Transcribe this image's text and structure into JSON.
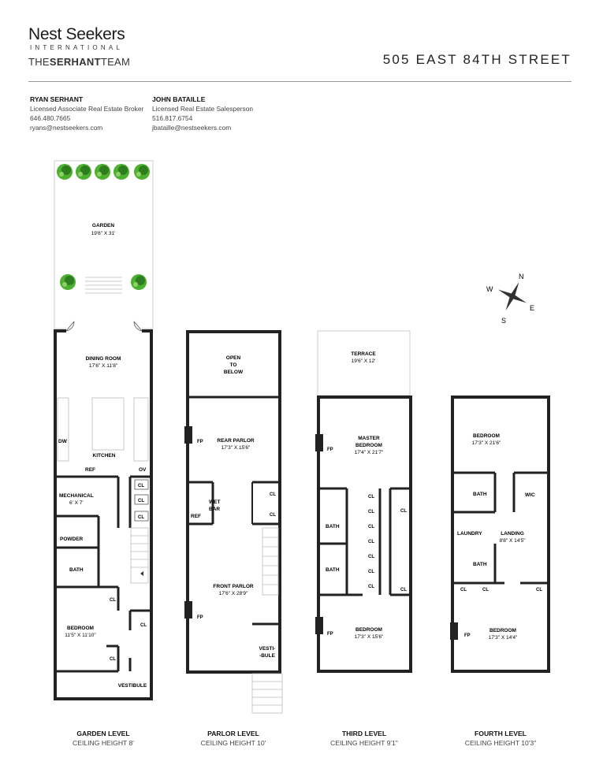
{
  "brand": {
    "name": "Nest Seekers",
    "sub": "INTERNATIONAL",
    "team_prefix": "THE",
    "team_bold": "SERHANT",
    "team_suffix": "TEAM"
  },
  "address": "505 EAST 84TH STREET",
  "agents": [
    {
      "name": "RYAN SERHANT",
      "title": "Licensed Associate Real Estate Broker",
      "phone": "646.480.7665",
      "email": "ryans@nestseekers.com"
    },
    {
      "name": "JOHN BATAILLE",
      "title": "Licensed Real Estate Salesperson",
      "phone": "516.817.6754",
      "email": "jbataille@nestseekers.com"
    }
  ],
  "compass": {
    "n": "N",
    "e": "E",
    "s": "S",
    "w": "W"
  },
  "levels": [
    {
      "title": "GARDEN LEVEL",
      "ceiling": "CEILING HEIGHT 8'"
    },
    {
      "title": "PARLOR LEVEL",
      "ceiling": "CEILING HEIGHT 10'"
    },
    {
      "title": "THIRD LEVEL",
      "ceiling": "CEILING HEIGHT 9'1\""
    },
    {
      "title": "FOURTH LEVEL",
      "ceiling": "CEILING HEIGHT 10'3\""
    }
  ],
  "rooms": {
    "garden": {
      "name": "GARDEN",
      "dim": "19'6\" X 31'"
    },
    "dining": {
      "name": "DINING ROOM",
      "dim": "17'6\" X 11'8\""
    },
    "dw": "DW",
    "kitchen": "KITCHEN",
    "ref": "REF",
    "ov": "OV",
    "mechanical": {
      "name": "MECHANICAL",
      "dim": "6' X 7'"
    },
    "cl": "CL",
    "powder": "POWDER",
    "bath": "BATH",
    "g_bedroom": {
      "name": "BEDROOM",
      "dim": "11'5\" X 11'10\""
    },
    "vestibule": "VESTIBULE",
    "open_below": [
      "OPEN",
      "TO",
      "BELOW"
    ],
    "fp": "FP",
    "rear_parlor": {
      "name": "REAR PARLOR",
      "dim": "17'3\" X 15'6\""
    },
    "wet_bar": [
      "WET",
      "BAR"
    ],
    "front_parlor": {
      "name": "FRONT PARLOR",
      "dim": "17'6\" X 28'9\""
    },
    "vesti_bule": [
      "VESTI-",
      "-BULE"
    ],
    "terrace": {
      "name": "TERRACE",
      "dim": "19'6\" X 12'"
    },
    "master": {
      "name1": "MASTER",
      "name2": "BEDROOM",
      "dim": "17'4\" X 21'7\""
    },
    "t_bedroom": {
      "name": "BEDROOM",
      "dim": "17'3\" X 15'6\""
    },
    "f_bedroom_top": {
      "name": "BEDROOM",
      "dim": "17'3\" X 21'6\""
    },
    "wic": "WIC",
    "laundry": "LAUNDRY",
    "landing": {
      "name": "LANDING",
      "dim": "8'8\" X 14'5\""
    },
    "f_bedroom_bot": {
      "name": "BEDROOM",
      "dim": "17'3\" X 14'4\""
    }
  }
}
